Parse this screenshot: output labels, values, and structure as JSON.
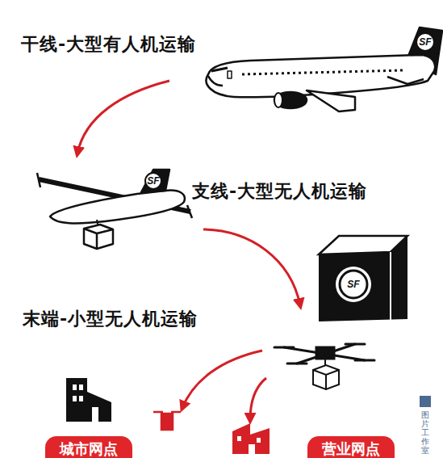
{
  "diagram": {
    "nodes": [
      {
        "text": [
          "城市网点"
        ]
      },
      {
        "text": [
          "营业网点"
        ]
      }
    ],
    "labels": [
      "干线-大型有人机运输",
      "支线-大型无人机运输",
      "末端-小型无人机运输",
      "SF",
      "SF",
      "SF",
      "图片工作室"
    ]
  }
}
